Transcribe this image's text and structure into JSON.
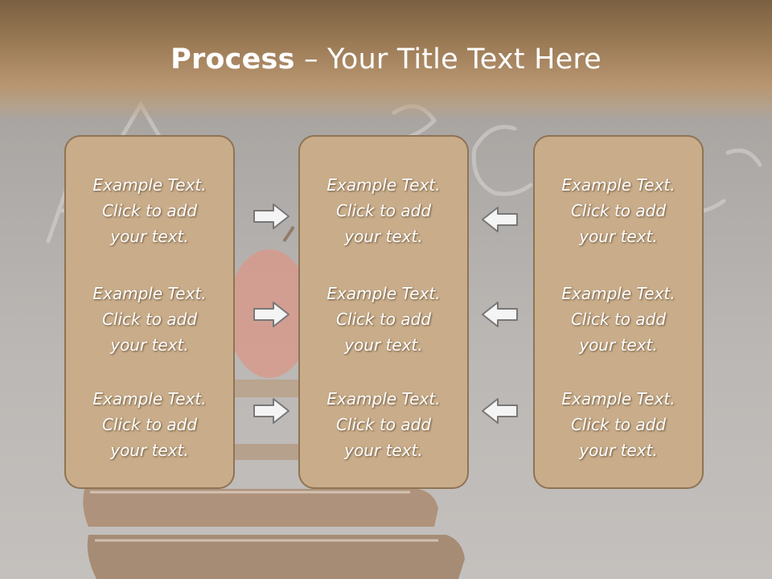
{
  "title": {
    "bold": "Process",
    "rest": " – Your Title Text Here"
  },
  "columns": [
    {
      "items": [
        [
          "Example Text.",
          "Click  to add",
          "your text."
        ],
        [
          "Example Text.",
          "Click  to add",
          "your text."
        ],
        [
          "Example Text.",
          "Click  to add",
          "your text."
        ]
      ]
    },
    {
      "items": [
        [
          "Example Text.",
          "Click  to add",
          "your text."
        ],
        [
          "Example Text.",
          "Click  to add",
          "your text."
        ],
        [
          "Example Text.",
          "Click  to add",
          "your text."
        ]
      ]
    },
    {
      "items": [
        [
          "Example Text.",
          "Click  to add",
          "your text."
        ],
        [
          "Example Text.",
          "Click  to add",
          "your text."
        ],
        [
          "Example Text.",
          "Click  to add",
          "your text."
        ]
      ]
    }
  ],
  "arrows": {
    "left_group": "arrow-right-icon",
    "right_group": "arrow-left-icon"
  },
  "colors": {
    "panel_fill": "#c9ad8a",
    "panel_border": "#8e7454",
    "title_band": "#9a7a55",
    "text": "#ffffff"
  }
}
